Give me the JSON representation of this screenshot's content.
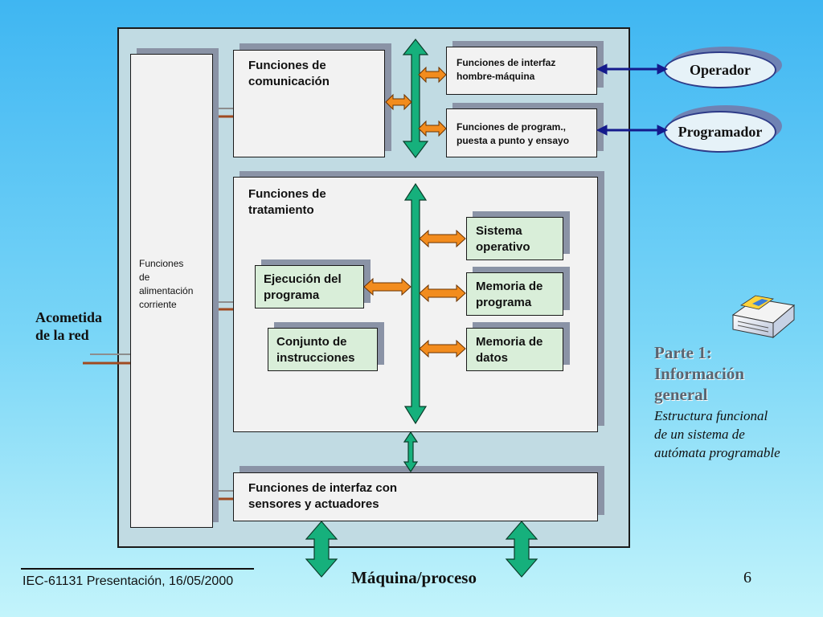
{
  "diagram": {
    "power_block": {
      "label_lines": [
        "Funciones",
        "de",
        "alimentación",
        "corriente"
      ]
    },
    "comm_block": {
      "label_lines": [
        "Funciones de",
        "comunicación"
      ]
    },
    "hmi_block": {
      "label_lines": [
        "Funciones de interfaz",
        "hombre-máquina"
      ]
    },
    "prog_block": {
      "label_lines": [
        "Funciones de program.,",
        "puesta a punto y ensayo"
      ]
    },
    "treatment_block": {
      "label_lines": [
        "Funciones de",
        "tratamiento"
      ]
    },
    "os_block": {
      "label_lines": [
        "Sistema",
        "operativo"
      ]
    },
    "exec_block": {
      "label_lines": [
        "Ejecución del",
        "programa"
      ]
    },
    "progmem_block": {
      "label_lines": [
        "Memoria de",
        "programa"
      ]
    },
    "instr_block": {
      "label_lines": [
        "Conjunto de",
        "instrucciones"
      ]
    },
    "datamem_block": {
      "label_lines": [
        "Memoria de",
        "datos"
      ]
    },
    "sensor_block": {
      "label_lines": [
        "Funciones de interfaz con",
        "sensores y actuadores"
      ]
    },
    "operador": "Operador",
    "programador": "Programador",
    "acometida_lines": [
      "Acometida",
      "de la red"
    ],
    "maquina": "Máquina/proceso"
  },
  "side_note": {
    "title_lines": [
      "Parte 1:",
      "Información",
      "general"
    ],
    "desc_lines": [
      "Estructura funcional",
      "de un sistema de",
      "autómata programable"
    ]
  },
  "footer": {
    "presentation": "IEC-61131 Presentación, 16/05/2000",
    "page_number": "6"
  },
  "colors": {
    "bus_green": "#16b07c",
    "arrow_orange": "#f28c1e",
    "arrow_navy": "#141a8c",
    "background_top": "#3fb6f2",
    "background_bottom": "#c3f4fb",
    "panel": "#c1dbe3"
  }
}
